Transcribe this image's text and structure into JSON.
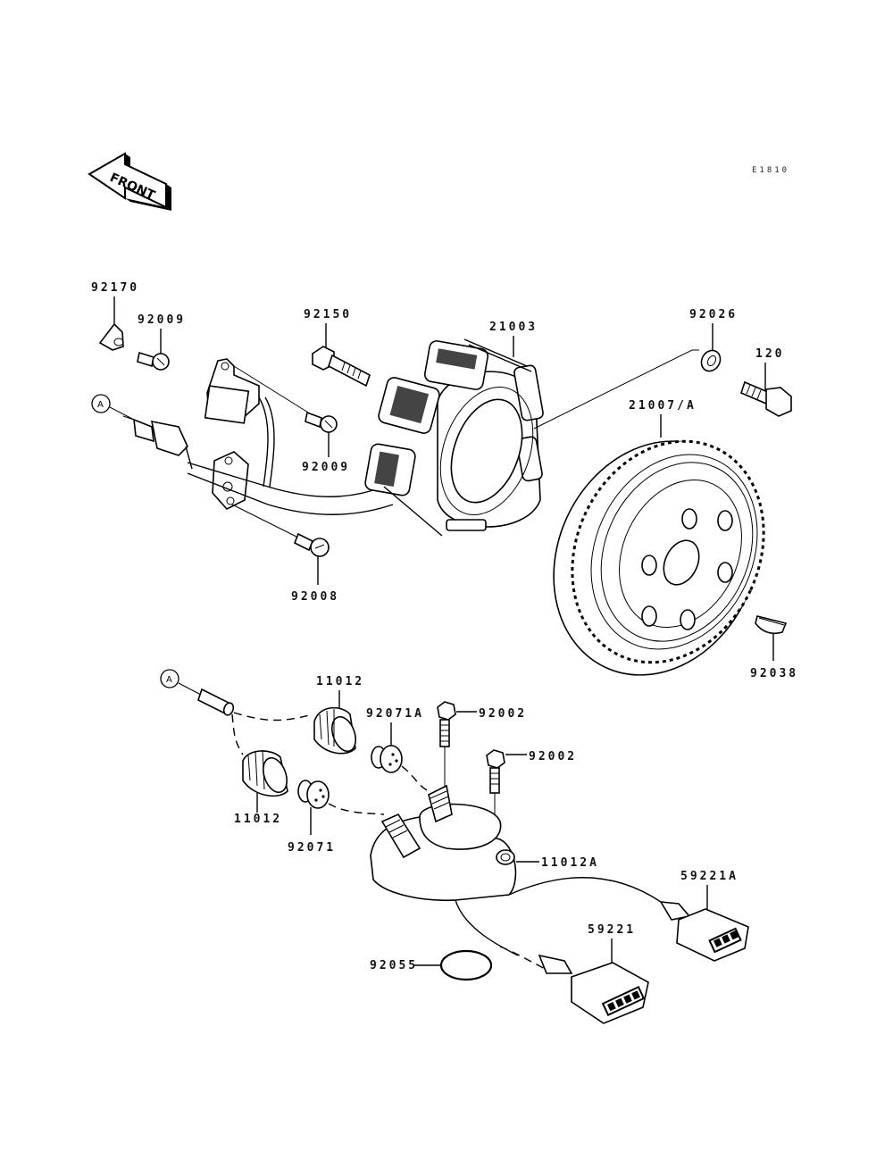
{
  "diagram": {
    "ref_code": "E1810",
    "front_arrow_text": "FRONT",
    "connection_marker": "A",
    "labels": {
      "p92170": "92170",
      "p92009_top": "92009",
      "p92150": "92150",
      "p21003": "21003",
      "p92026": "92026",
      "p120": "120",
      "p21007": "21007/A",
      "p92009_mid": "92009",
      "p92008": "92008",
      "p92038": "92038",
      "p11012_top": "11012",
      "p92071A": "92071A",
      "p92002_a": "92002",
      "p92002_b": "92002",
      "p11012_bottom": "11012",
      "p92071": "92071",
      "p11012A": "11012A",
      "p59221A": "59221A",
      "p59221": "59221",
      "p92055": "92055"
    }
  }
}
